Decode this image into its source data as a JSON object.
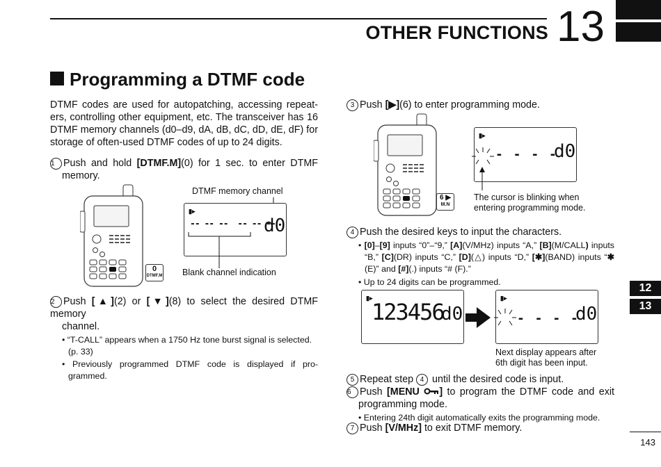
{
  "header": {
    "chapter_title": "OTHER FUNCTIONS",
    "chapter_number": "13"
  },
  "section": {
    "title": "Programming a DTMF code"
  },
  "intro": [
    "DTMF codes are used for autopatching, accessing repeat-",
    "ers, controlling other equipment, etc. The transceiver has 16",
    "DTMF memory channels (d0–d9, dA, dB, dC, dD, dE, dF) for",
    "storage of often-used DTMF codes of up to 24 digits."
  ],
  "step1": {
    "num": "1",
    "line1_pre": "Push and hold ",
    "line1_key": "[DTMF.M]",
    "line1_post": "(0) for 1 sec. to enter DTMF",
    "line2": "memory.",
    "callout_top": "DTMF memory channel",
    "callout_bottom": "Blank channel indication",
    "lcd_dashes": "-- -- --  -- -- --",
    "lcd_channel": "d0",
    "key_top": "0",
    "key_bottom": "DTMF.M"
  },
  "step2": {
    "num": "2",
    "line1_pre": "Push ",
    "key_up": "[▲]",
    "mid1": "(2) or ",
    "key_down": "[▼]",
    "line1_post": "(8) to select the desired DTMF memory",
    "line2": "channel.",
    "b1_line1": "“T-CALL” appears when a 1750 Hz tone burst signal is selected.",
    "b1_line2": "(p. 33)",
    "b2_line1": "Previously programmed DTMF code is displayed if pro-",
    "b2_line2": "grammed."
  },
  "step3": {
    "num": "3",
    "pre": "Push ",
    "key": "[▶]",
    "post": "(6) to enter programming mode.",
    "lcd_dashes": "- - - -",
    "lcd_channel": "d0",
    "key_top": "6 ▶",
    "key_bottom": "M.N",
    "callout_line1": "The cursor is blinking when",
    "callout_line2": "entering programming mode."
  },
  "step4": {
    "num": "4",
    "text": "Push the desired keys to input the characters.",
    "b1_l1_k1": "[0]",
    "b1_l1_dash": "–",
    "b1_l1_k2": "[9]",
    "b1_l1_t1": " inputs “0”–“9,” ",
    "b1_l1_k3": "[A]",
    "b1_l1_t2": "(V/MHz) inputs “A,” ",
    "b1_l1_k4": "[B]",
    "b1_l1_t3": "(M/CALL",
    "b1_l1_k5": ")",
    "b1_l1_t4": " inputs",
    "b1_l2_t1": "“B,” ",
    "b1_l2_k1": "[C]",
    "b1_l2_t2": "(DR) inputs “C,” ",
    "b1_l2_k2": "[D]",
    "b1_l2_t3": "(△) inputs “D,” ",
    "b1_l2_k3": "[✱]",
    "b1_l2_t4": "(BAND) inputs “",
    "b1_l2_k4": "✱",
    "b1_l3_t1": "(E)” and ",
    "b1_l3_k1": "[#]",
    "b1_l3_t2": "(.) inputs “# (F).”",
    "b2": "Up to 24 digits can be programmed.",
    "lcd1_digits": "123456",
    "lcd1_channel": "d0",
    "lcd2_dashes": "- - - -",
    "lcd2_channel": "d0",
    "callout_line1": "Next display appears after",
    "callout_line2": "6th digit has been input."
  },
  "step5": {
    "num": "5",
    "pre": "Repeat step ",
    "ref": "4",
    "post": " until the desired code is input."
  },
  "step6": {
    "num": "6",
    "pre": "Push ",
    "key": "[MENU ",
    "key_end": "]",
    "line1_post": " to program the DTMF code and exit",
    "line2": "programming mode.",
    "b1": "Entering 24th digit automatically exits the programming mode."
  },
  "step7": {
    "num": "7",
    "pre": "Push ",
    "key": "[V/MHz]",
    "post": " to exit DTMF memory."
  },
  "side_tabs": [
    "12",
    "13"
  ],
  "page_number": "143"
}
